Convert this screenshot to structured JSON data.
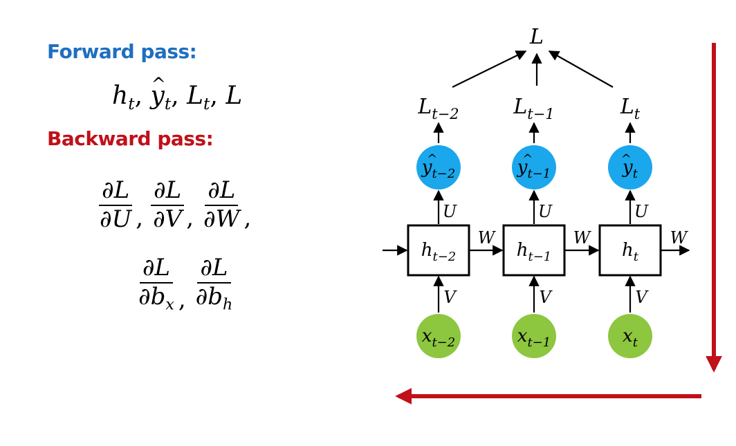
{
  "forward": {
    "heading": "Forward pass:",
    "color": "#1f6fbf",
    "items": [
      {
        "base": "h",
        "hat": false,
        "sub": "t"
      },
      {
        "base": "y",
        "hat": true,
        "sub": "t"
      },
      {
        "base": "L",
        "hat": false,
        "sub": "t"
      },
      {
        "base": "L",
        "hat": false,
        "sub": ""
      }
    ]
  },
  "backward": {
    "heading": "Backward pass:",
    "color": "#c0101a",
    "row1": [
      {
        "num": "∂L",
        "den": "∂U"
      },
      {
        "num": "∂L",
        "den": "∂V"
      },
      {
        "num": "∂L",
        "den": "∂W"
      }
    ],
    "row2": [
      {
        "num": "∂L",
        "den_base": "∂b",
        "den_sub": "x"
      },
      {
        "num": "∂L",
        "den_base": "∂b",
        "den_sub": "h"
      }
    ]
  },
  "diagram": {
    "loss_total": "L",
    "columns": [
      {
        "loss_base": "L",
        "loss_sub": "t−2",
        "output_base": "y",
        "output_sub": "t−2",
        "hidden_base": "h",
        "hidden_sub": "t−2",
        "input_base": "x",
        "input_sub": "t−2"
      },
      {
        "loss_base": "L",
        "loss_sub": "t−1",
        "output_base": "y",
        "output_sub": "t−1",
        "hidden_base": "h",
        "hidden_sub": "t−1",
        "input_base": "x",
        "input_sub": "t−1"
      },
      {
        "loss_base": "L",
        "loss_sub": "t",
        "output_base": "y",
        "output_sub": "t",
        "hidden_base": "h",
        "hidden_sub": "t",
        "input_base": "x",
        "input_sub": "t"
      }
    ],
    "weights": {
      "output": "U",
      "recurrent": "W",
      "input": "V"
    },
    "colors": {
      "output_node": "#1aa7ec",
      "input_node": "#8dc63f",
      "backprop_arrow": "#c0101a"
    }
  }
}
